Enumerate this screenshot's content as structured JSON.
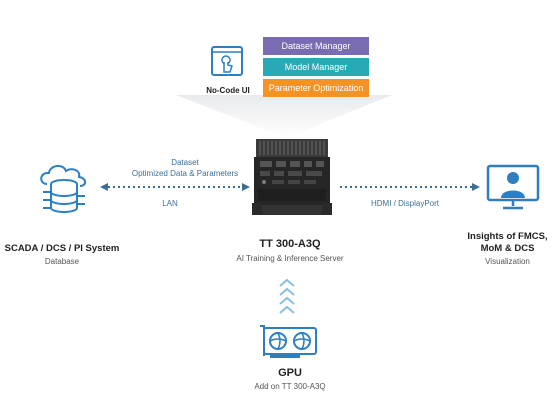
{
  "nocode": {
    "label": "No-Code UI"
  },
  "menu": [
    {
      "label": "Dataset Manager",
      "color": "#7a6bb3"
    },
    {
      "label": "Model Manager",
      "color": "#2aa8b6"
    },
    {
      "label": "Parameter Optimization",
      "color": "#f39325"
    }
  ],
  "left_link": {
    "top_line1": "Dataset",
    "top_line2": "Optimized Data & Parameters",
    "bottom": "LAN"
  },
  "right_link": {
    "label": "HDMI / DisplayPort"
  },
  "server": {
    "title": "TT 300-A3Q",
    "subtitle": "AI Training & Inference Server"
  },
  "source": {
    "title": "SCADA / DCS / PI System",
    "subtitle": "Database"
  },
  "target": {
    "title_line1": "Insights of FMCS,",
    "title_line2": "MoM & DCS",
    "subtitle": "Visualization"
  },
  "gpu": {
    "title": "GPU",
    "subtitle": "Add on TT 300-A3Q"
  },
  "colors": {
    "icon_blue": "#2d7fc1",
    "link_blue": "#3d6f94"
  }
}
